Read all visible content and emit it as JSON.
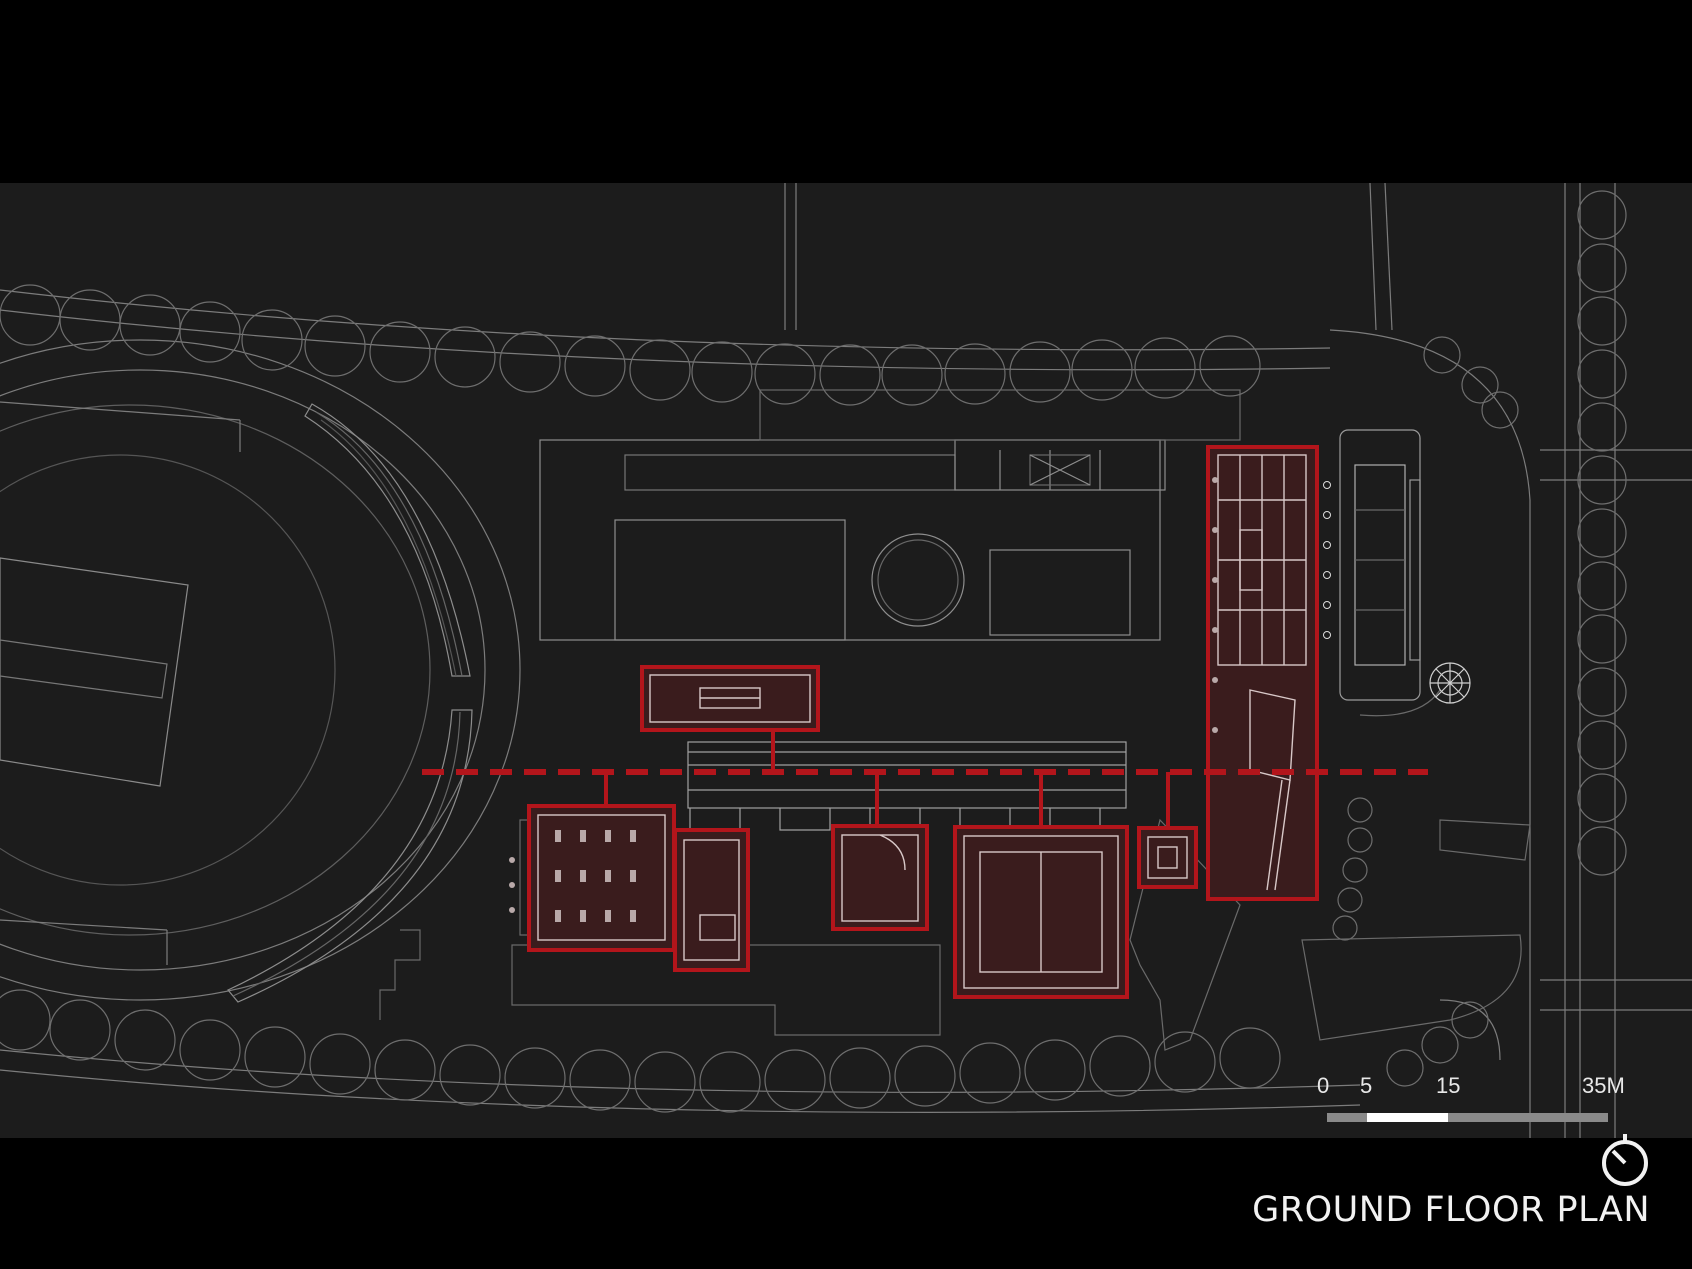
{
  "title": "GROUND FLOOR PLAN",
  "scale_bar": {
    "labels": [
      "0",
      "5",
      "15",
      "35M"
    ],
    "values": [
      0,
      5,
      15,
      35
    ],
    "unit": "M"
  },
  "colors": {
    "background": "#000000",
    "plan_background": "#1c1c1c",
    "linework": "#8a8a8a",
    "highlight": "#b3151b",
    "highlight_fill": "#3a1c1d",
    "text": "#f2f2f2"
  },
  "icons": [
    "north-arrow-icon",
    "tree-icon"
  ]
}
